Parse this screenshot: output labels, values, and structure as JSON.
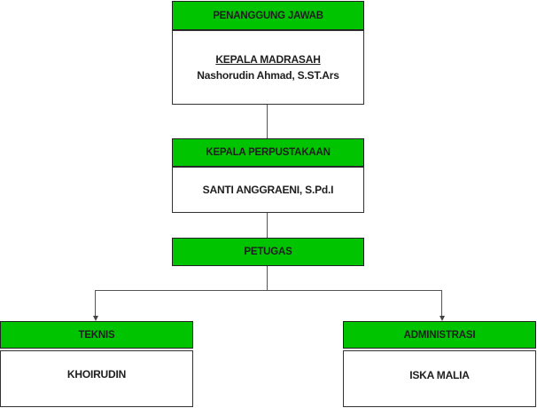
{
  "nodes": {
    "penanggung_jawab": {
      "title": "PENANGGUNG JAWAB",
      "role": "KEPALA MADRASAH",
      "name": "Nashorudin Ahmad, S.ST.Ars"
    },
    "kepala_perpustakaan": {
      "title": "KEPALA PERPUSTAKAAN",
      "name": "SANTI ANGGRAENI, S.Pd.I"
    },
    "petugas": {
      "title": "PETUGAS"
    },
    "teknis": {
      "title": "TEKNIS",
      "name": "KHOIRUDIN"
    },
    "administrasi": {
      "title": "ADMINISTRASI",
      "name": "ISKA MALIA"
    }
  },
  "colors": {
    "header": "#00c400",
    "box": "#ffffff"
  }
}
